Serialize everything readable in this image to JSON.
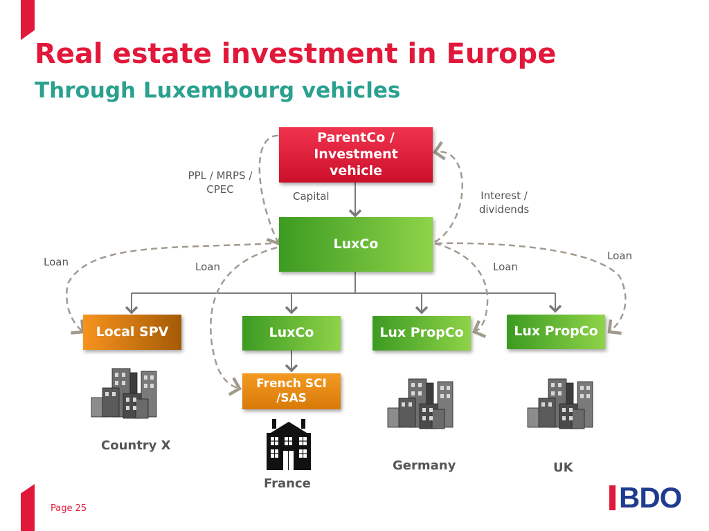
{
  "header": {
    "title": "Real estate investment in Europe",
    "subtitle": "Through Luxembourg vehicles"
  },
  "boxes": {
    "parent": "ParentCo / Investment vehicle",
    "luxco_top": "LuxCo",
    "local_spv": "Local SPV",
    "luxco_mid": "LuxCo",
    "lux_propco_de": "Lux PropCo",
    "lux_propco_uk": "Lux PropCo",
    "french_sci": "French SCI /SAS"
  },
  "labels": {
    "ppl": "PPL / MRPS / CPEC",
    "capital": "Capital",
    "interest": "Interest / dividends",
    "loan_far_left": "Loan",
    "loan_left": "Loan",
    "loan_right": "Loan",
    "loan_far_right": "Loan"
  },
  "countries": {
    "country_x": "Country X",
    "france": "France",
    "germany": "Germany",
    "uk": "UK"
  },
  "icons": [
    "city-buildings-icon",
    "house-icon"
  ],
  "footer": {
    "page": "Page 25",
    "logo": "BDO"
  },
  "colors": {
    "title": "#e2183a",
    "subtitle": "#2aa08f",
    "logo": "#1f3b8f"
  }
}
